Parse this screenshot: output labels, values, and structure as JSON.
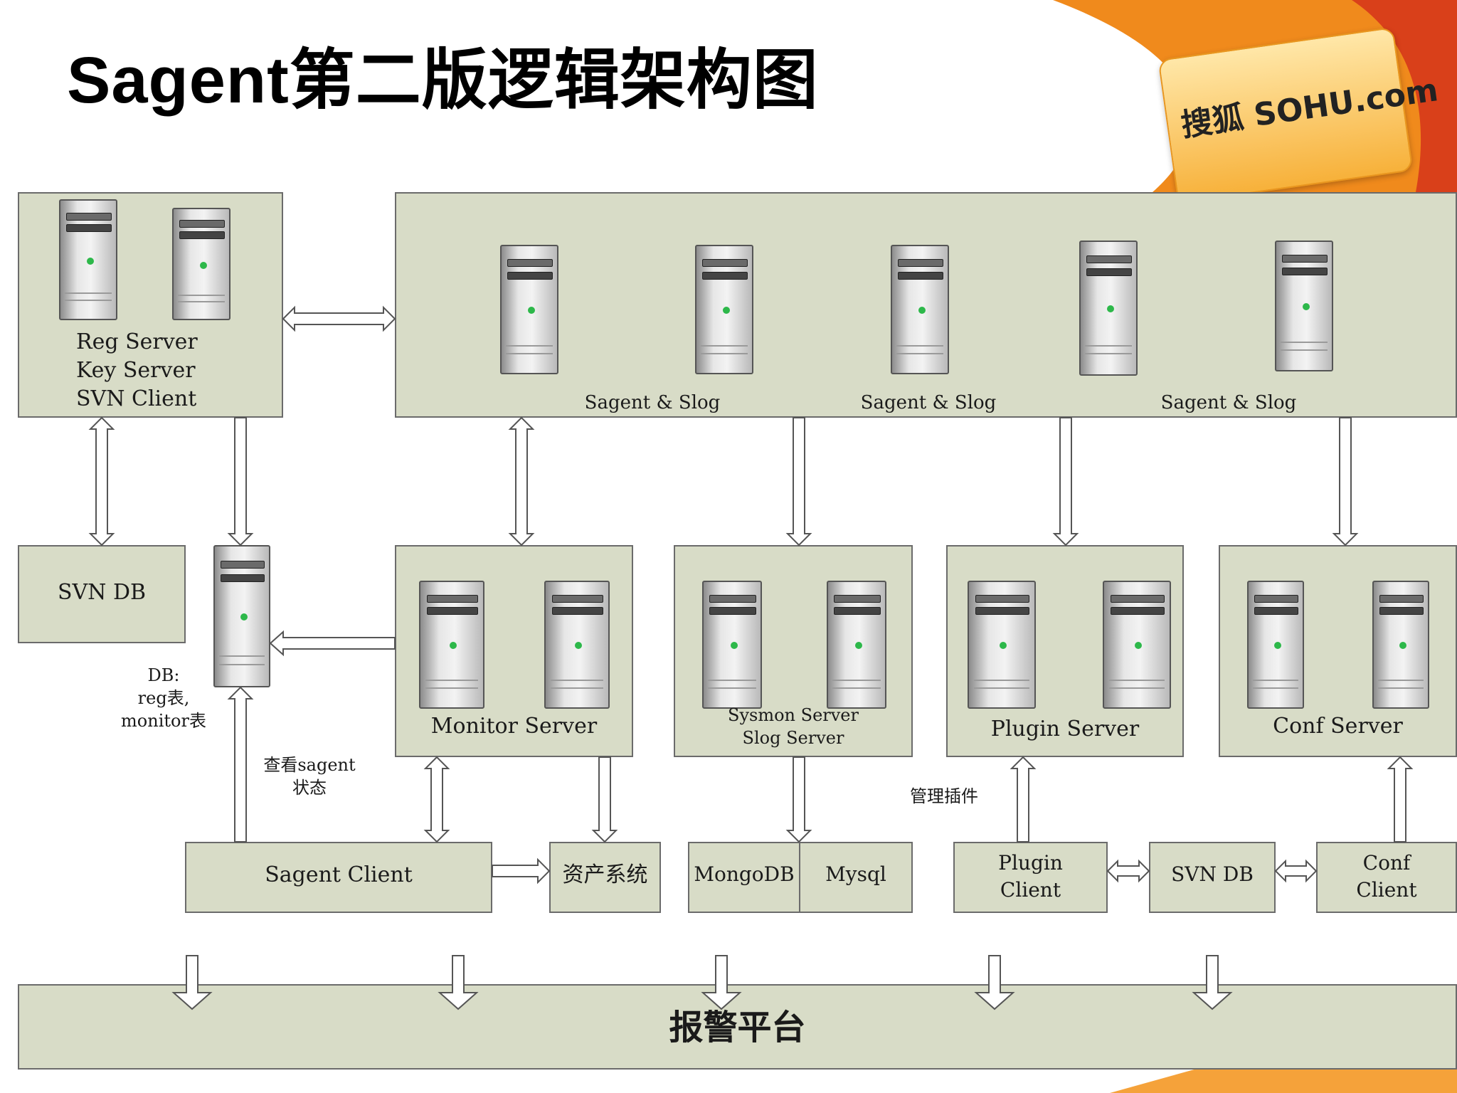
{
  "title": "Sagent第二版逻辑架构图",
  "logo": {
    "text": "搜狐 SOHU.com",
    "color": "#e8731a"
  },
  "colors": {
    "box_fill": "#d8dcc7",
    "box_border": "#6b6b6b",
    "led": "#2db84a"
  },
  "boxes": {
    "reg_server": {
      "lines": [
        "Reg Server",
        "Key Server",
        "SVN Client"
      ]
    },
    "sagent_cluster": {
      "labels": [
        "Sagent & Slog",
        "Sagent & Slog",
        "Sagent & Slog"
      ]
    },
    "svn_db_left": {
      "label": "SVN DB"
    },
    "db_note": {
      "lines": [
        "DB:",
        "reg表,",
        "monitor表"
      ]
    },
    "check_note": {
      "lines": [
        "查看sagent",
        "状态"
      ]
    },
    "monitor_server": {
      "label": "Monitor Server"
    },
    "sysmon_server": {
      "lines": [
        "Sysmon Server",
        "Slog Server"
      ]
    },
    "plugin_server": {
      "label": "Plugin Server"
    },
    "conf_server": {
      "label": "Conf Server"
    },
    "manage_plugin_note": {
      "label": "管理插件"
    },
    "sagent_client": {
      "label": "Sagent Client"
    },
    "asset_system": {
      "label": "资产系统"
    },
    "mongodb": {
      "label": "MongoDB"
    },
    "mysql": {
      "label": "Mysql"
    },
    "plugin_client": {
      "lines": [
        "Plugin",
        "Client"
      ]
    },
    "svn_db_bottom": {
      "label": "SVN DB"
    },
    "conf_client": {
      "lines": [
        "Conf",
        "Client"
      ]
    },
    "alarm_platform": {
      "label": "报警平台"
    }
  }
}
